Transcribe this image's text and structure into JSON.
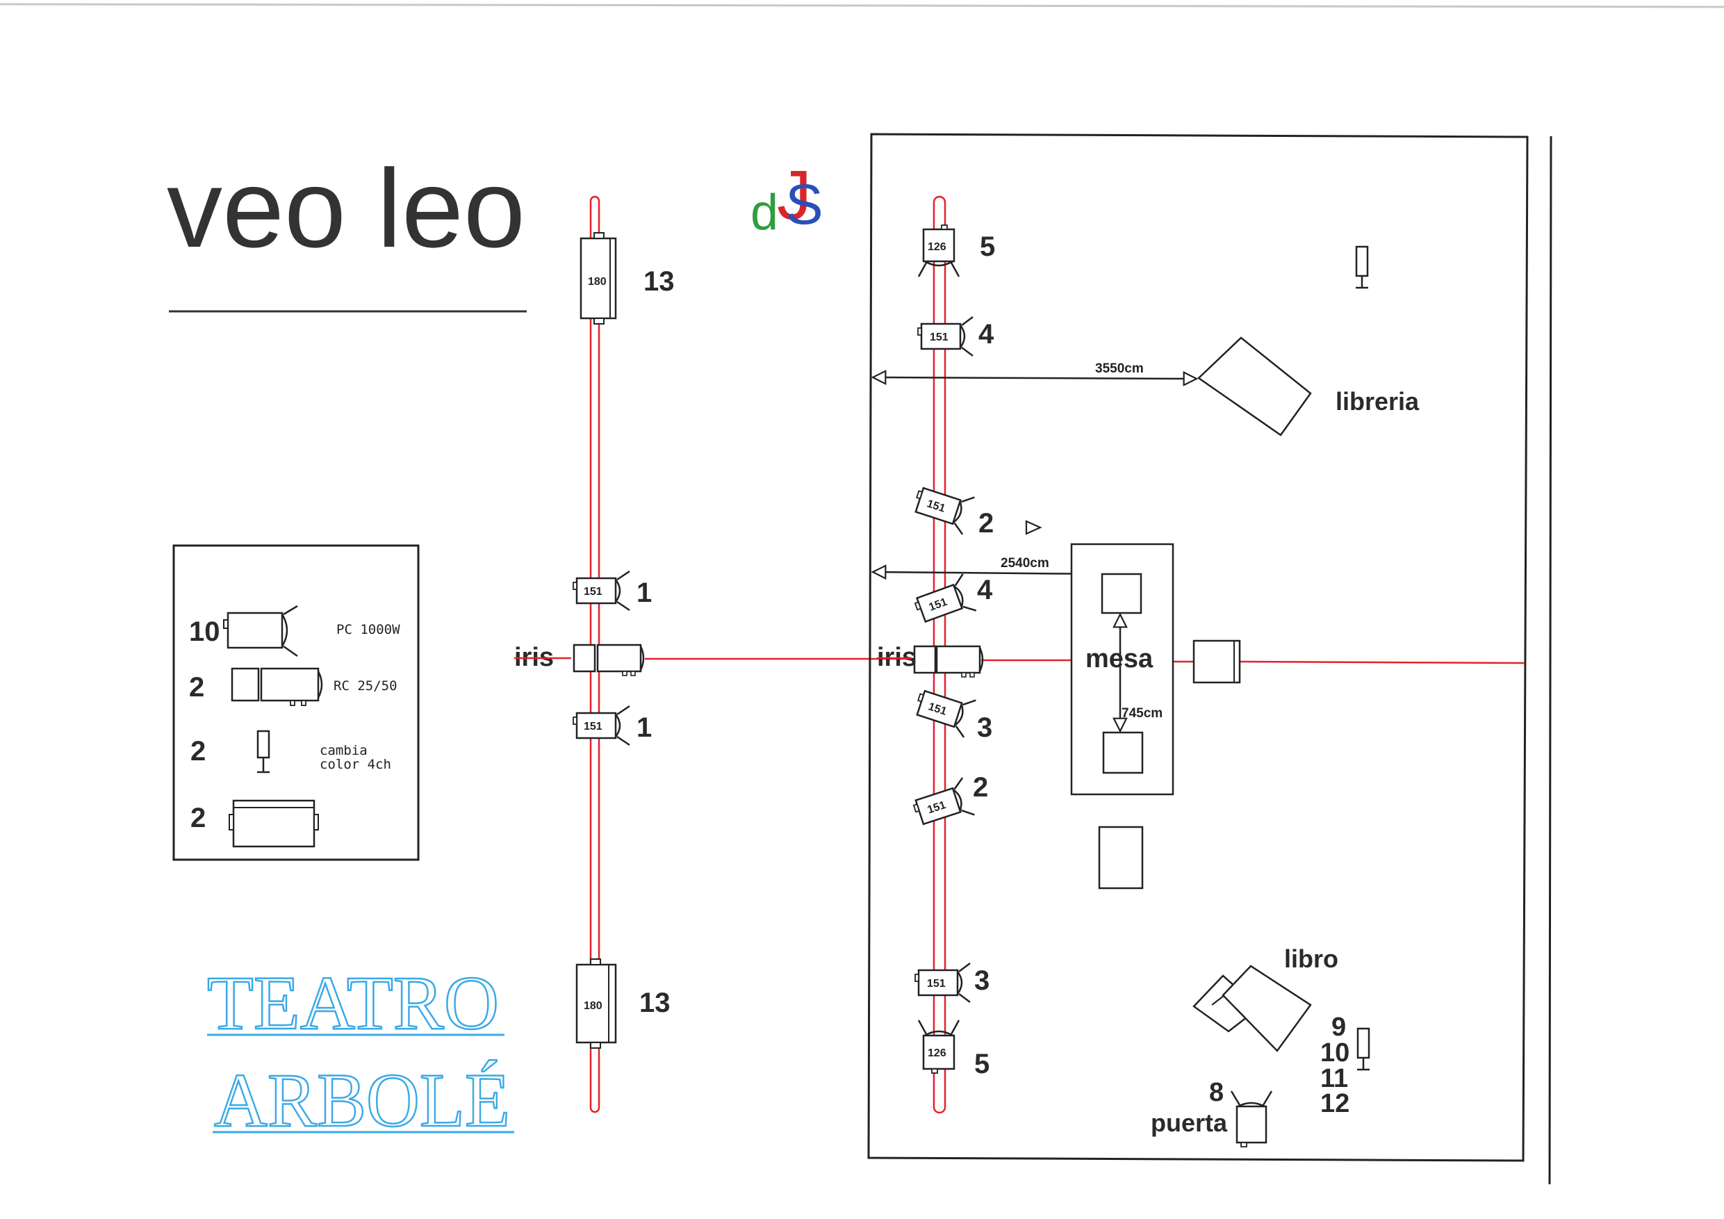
{
  "title": "veo leo",
  "logo": {
    "letters": "JdS",
    "colors": {
      "j": "#d7262a",
      "d": "#2e9e3e",
      "s": "#2a4fb8"
    }
  },
  "theatre": {
    "line1": "TEATRO",
    "line2": "ARBOLÉ",
    "color": "#3aa9e6"
  },
  "colors": {
    "red_line": "#e3222b",
    "ink": "#222222"
  },
  "legend": {
    "items": [
      {
        "count": "10",
        "label": "PC 1000W",
        "icon": "pc-spotlight-icon"
      },
      {
        "count": "2",
        "label": "RC 25/50",
        "icon": "profile-spot-icon"
      },
      {
        "count": "2",
        "label_line1": "cambia",
        "label_line2": "color 4ch",
        "icon": "color-changer-icon"
      },
      {
        "count": "2",
        "icon": "cyclorama-light-icon"
      }
    ]
  },
  "left_bar": {
    "top_fixture": {
      "code": "180",
      "channel": "13"
    },
    "bottom_fixture": {
      "code": "180",
      "channel": "13"
    },
    "upper_spot": {
      "code": "151",
      "channel": "1"
    },
    "lower_spot": {
      "code": "151",
      "channel": "1"
    },
    "iris_label": "iris"
  },
  "right_bar": {
    "fixtures": [
      {
        "code": "126",
        "channel": "5"
      },
      {
        "code": "151",
        "channel": "4"
      },
      {
        "code": "151",
        "channel": "2"
      },
      {
        "code": "151",
        "channel": "4"
      },
      {
        "code": "151",
        "channel": "3"
      },
      {
        "code": "151",
        "channel": "2"
      },
      {
        "code": "151",
        "channel": "3"
      },
      {
        "code": "126",
        "channel": "5"
      }
    ],
    "iris_label": "iris"
  },
  "stage": {
    "dim_libreria": "3550cm",
    "dim_mesa": "2540cm",
    "dim_mesa_vertical": "745cm",
    "libreria_label": "libreria",
    "mesa_label": "mesa",
    "libro_label": "libro",
    "puerta_label": "puerta",
    "puerta_channel": "8",
    "stack_channels": [
      "9",
      "10",
      "11",
      "12"
    ]
  }
}
